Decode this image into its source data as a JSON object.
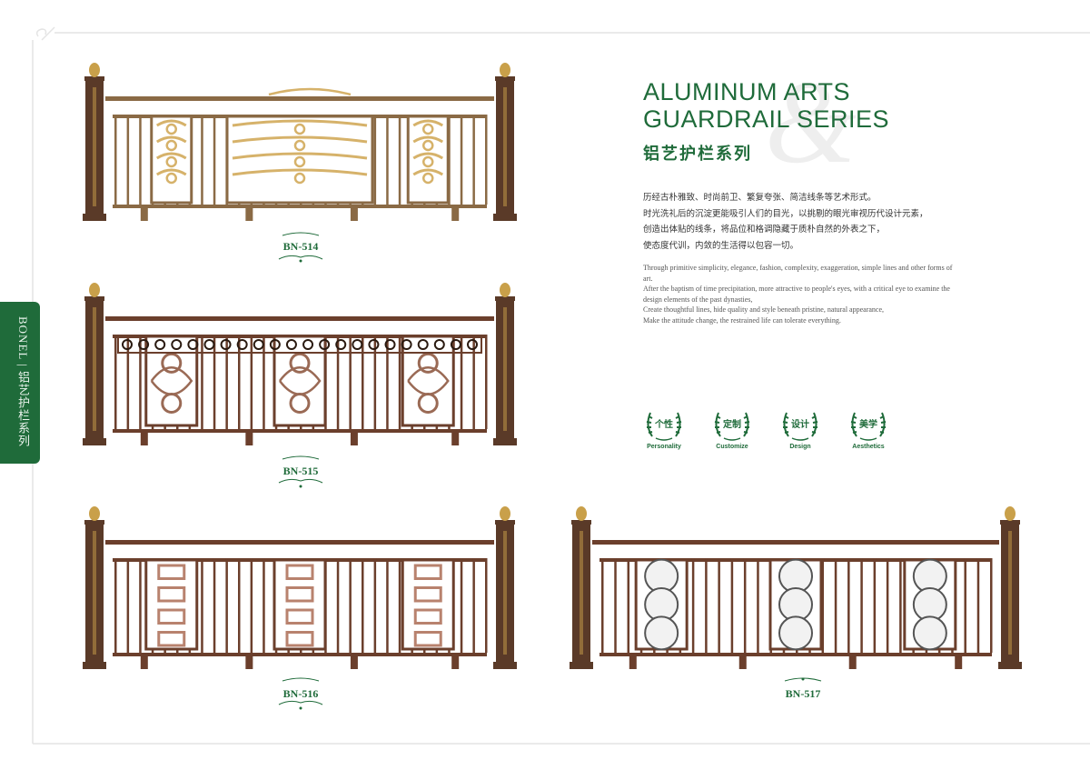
{
  "side_tab": {
    "text": "BONEL  |  铝艺护栏系列"
  },
  "header": {
    "title_line1": "ALUMINUM ARTS",
    "title_line2": "GUARDRAIL SERIES",
    "title_zh": "铝艺护栏系列",
    "amp": "&"
  },
  "description_zh": [
    "历经古朴雅致、时尚前卫、繁复夸张、简洁线条等艺术形式。",
    "时光洗礼后的沉淀更能吸引人们的目光，以挑剔的眼光审视历代设计元素，",
    "创造出体贴的线条，将品位和格调隐藏于质朴自然的外表之下，",
    "使态度代训，内敛的生活得以包容一切。"
  ],
  "description_en": [
    "Through primitive simplicity, elegance, fashion, complexity, exaggeration, simple lines and other forms of",
    "art.",
    "After the baptism of time precipitation, more attractive to people's eyes, with a critical eye to examine the",
    "design elements of the past dynasties,",
    "Create thoughtful lines, hide quality and style beneath pristine, natural appearance,",
    "Make the attitude change, the restrained life can tolerate everything."
  ],
  "badges": [
    {
      "zh": "个性",
      "en": "Personality"
    },
    {
      "zh": "定制",
      "en": "Customize"
    },
    {
      "zh": "设计",
      "en": "Design"
    },
    {
      "zh": "美学",
      "en": "Aesthetics"
    }
  ],
  "products": [
    {
      "code": "BN-514",
      "color": "#8a6a45",
      "accent": "#d6b26a"
    },
    {
      "code": "BN-515",
      "color": "#6b3f2c",
      "accent": "#9a6a55"
    },
    {
      "code": "BN-516",
      "color": "#6b3f2c",
      "accent": "#b8826e"
    },
    {
      "code": "BN-517",
      "color": "#6b3f2c",
      "accent": "#c8c8c8"
    }
  ],
  "colors": {
    "brand_green": "#1f6b3a",
    "post": "#5a3a28",
    "finial": "#c9a04a"
  }
}
